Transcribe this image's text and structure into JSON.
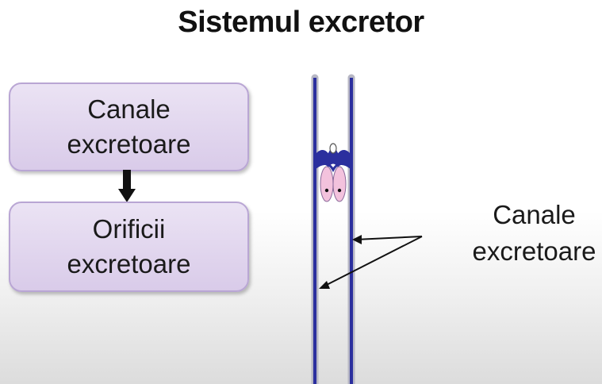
{
  "title": "Sistemul excretor",
  "flow": {
    "box1_line1": "Canale",
    "box1_line2": "excretoare",
    "box2_line1": "Orificii",
    "box2_line2": "excretoare"
  },
  "diagram_label": {
    "line1": "Canale",
    "line2": "excretoare"
  },
  "colors": {
    "box_fill": "#e3d8ef",
    "box_border": "#b9a6d4",
    "canal_blue": "#2b2f9e",
    "flame_cell_pink": "#f3c2dd"
  }
}
